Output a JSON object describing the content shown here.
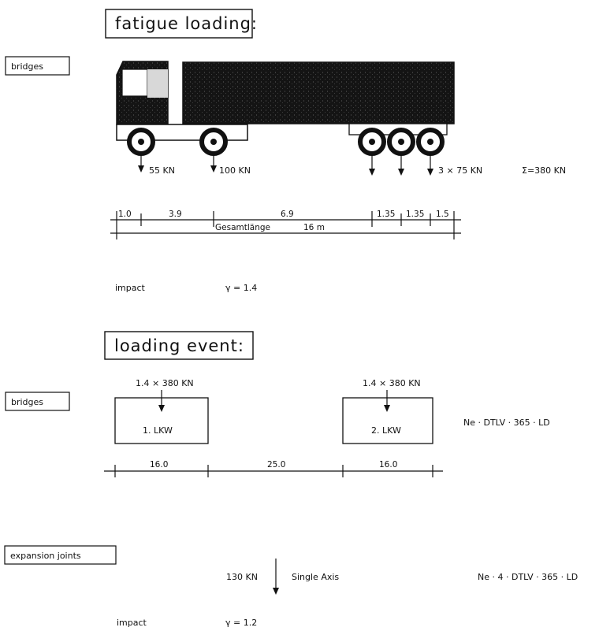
{
  "fatigue": {
    "title": "fatigue loading:",
    "section_label": "bridges",
    "axle_loads": {
      "front": "55 KN",
      "second": "100 KN",
      "rear_group": "3 × 75  KN",
      "total": "Σ=380 KN"
    },
    "dimensions": [
      "1.0",
      "3.9",
      "6.9",
      "1.35",
      "1.35",
      "1.5"
    ],
    "total_length_label": "Gesamtlänge",
    "total_length_value": "16  m",
    "impact_label": "impact",
    "impact_value": "γ = 1.4"
  },
  "loading_event": {
    "title": "loading event:",
    "section_label": "bridges",
    "truck1": {
      "load": "1.4 × 380 KN",
      "name": "1. LKW"
    },
    "truck2": {
      "load": "1.4 × 380 KN",
      "name": "2. LKW"
    },
    "formula": "Ne · DTLV · 365 · LD",
    "spacing": [
      "16.0",
      "25.0",
      "16.0"
    ]
  },
  "expansion": {
    "section_label": "expansion joints",
    "load": "130 KN",
    "axis_label": "Single  Axis",
    "formula": "Ne · 4 · DTLV · 365 · LD",
    "impact_label": "impact",
    "impact_value": "γ = 1.2"
  }
}
